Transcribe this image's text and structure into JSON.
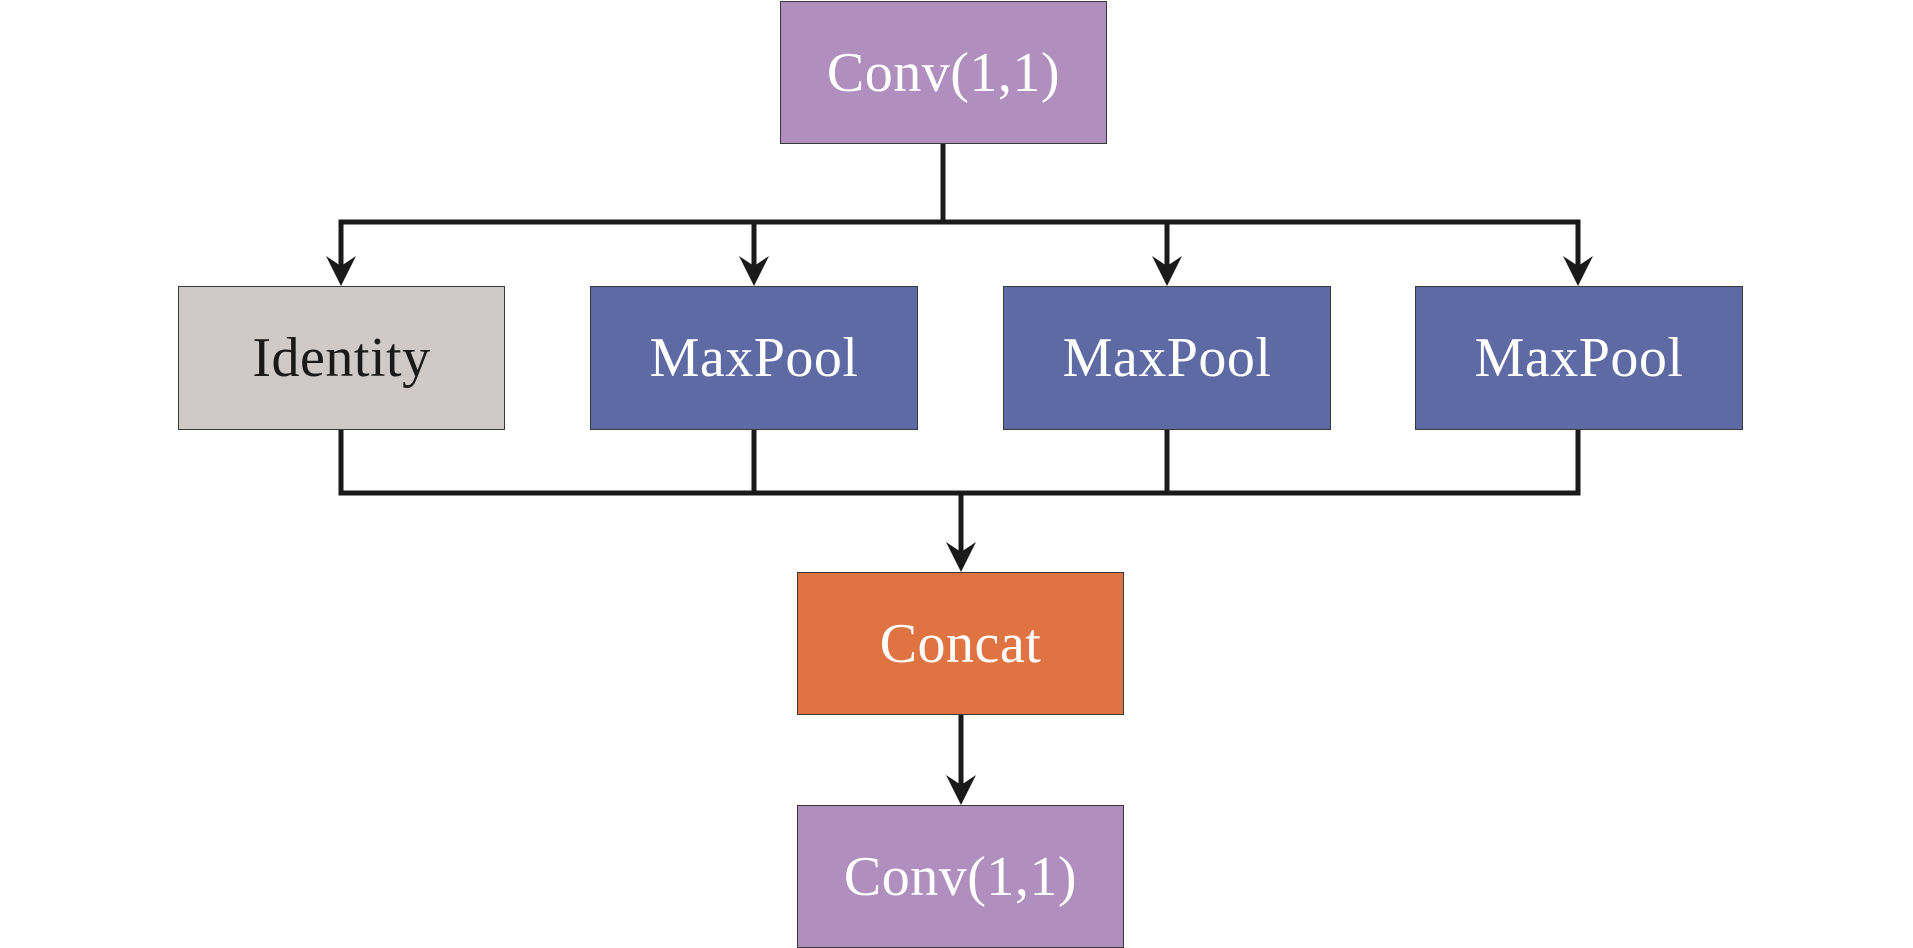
{
  "nodes": {
    "conv_top": {
      "label": "Conv(1,1)"
    },
    "identity": {
      "label": "Identity"
    },
    "maxpool_1": {
      "label": "MaxPool"
    },
    "maxpool_2": {
      "label": "MaxPool"
    },
    "maxpool_3": {
      "label": "MaxPool"
    },
    "concat": {
      "label": "Concat"
    },
    "conv_bottom": {
      "label": "Conv(1,1)"
    }
  },
  "edges": [
    {
      "from": "conv_top",
      "to": "identity"
    },
    {
      "from": "conv_top",
      "to": "maxpool_1"
    },
    {
      "from": "conv_top",
      "to": "maxpool_2"
    },
    {
      "from": "conv_top",
      "to": "maxpool_3"
    },
    {
      "from": "identity",
      "to": "concat"
    },
    {
      "from": "maxpool_1",
      "to": "concat"
    },
    {
      "from": "maxpool_2",
      "to": "concat"
    },
    {
      "from": "maxpool_3",
      "to": "concat"
    },
    {
      "from": "concat",
      "to": "conv_bottom"
    }
  ],
  "colors": {
    "conv": "#b08fbe",
    "identity": "#cfc9c8",
    "maxpool": "#5e6aa4",
    "concat": "#df7442",
    "connector": "#1a1a1a"
  }
}
